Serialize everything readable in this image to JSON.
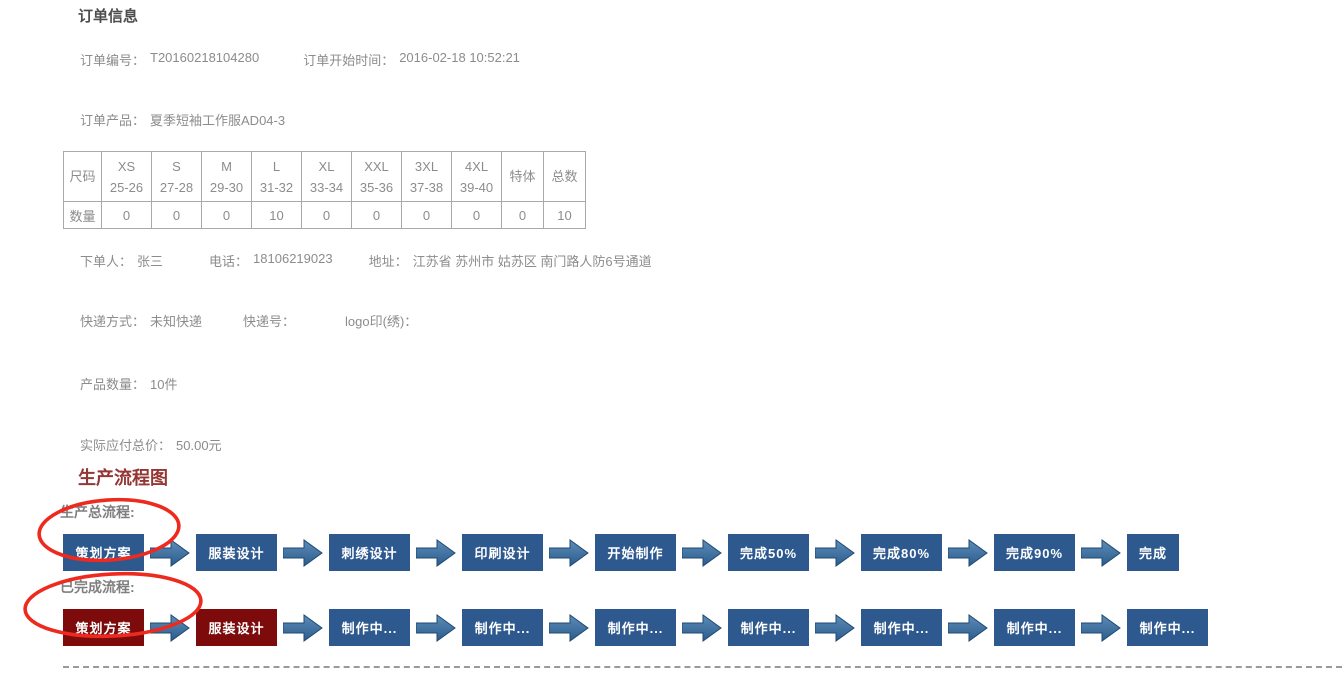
{
  "header": {
    "title": "订单信息"
  },
  "order": {
    "no_label": "订单编号：",
    "no": "T20160218104280",
    "time_label": "订单开始时间：",
    "time": "2016-02-18 10:52:21",
    "product_label": "订单产品：",
    "product": "夏季短袖工作服AD04-3"
  },
  "size_table": {
    "corner_label": "尺码",
    "qty_label": "数量",
    "columns": [
      {
        "size": "XS",
        "range": "25-26"
      },
      {
        "size": "S",
        "range": "27-28"
      },
      {
        "size": "M",
        "range": "29-30"
      },
      {
        "size": "L",
        "range": "31-32"
      },
      {
        "size": "XL",
        "range": "33-34"
      },
      {
        "size": "XXL",
        "range": "35-36"
      },
      {
        "size": "3XL",
        "range": "37-38"
      },
      {
        "size": "4XL",
        "range": "39-40"
      },
      {
        "size": "特体",
        "range": ""
      },
      {
        "size": "总数",
        "range": ""
      }
    ],
    "quantities": [
      "0",
      "0",
      "0",
      "10",
      "0",
      "0",
      "0",
      "0",
      "0",
      "10"
    ]
  },
  "buyer": {
    "name_label": "下单人：",
    "name": "张三",
    "phone_label": "电话：",
    "phone": "18106219023",
    "address_label": "地址：",
    "address": "江苏省 苏州市 姑苏区 南门路人防6号通道"
  },
  "express": {
    "method_label": "快递方式：",
    "method": "未知快递",
    "no_label": "快递号：",
    "no": "",
    "logo_label": "logo印(绣)：",
    "logo": ""
  },
  "summary": {
    "qty_label": "产品数量：",
    "qty": "10件",
    "price_label": "实际应付总价：",
    "price": "50.00元"
  },
  "flow": {
    "title": "生产流程图",
    "rows": [
      {
        "label": "生产总流程:",
        "circled": true,
        "steps": [
          {
            "text": "策划方案",
            "style": "blue"
          },
          {
            "text": "服装设计",
            "style": "blue"
          },
          {
            "text": "刺绣设计",
            "style": "blue"
          },
          {
            "text": "印刷设计",
            "style": "blue"
          },
          {
            "text": "开始制作",
            "style": "blue"
          },
          {
            "text": "完成50%",
            "style": "blue"
          },
          {
            "text": "完成80%",
            "style": "blue"
          },
          {
            "text": "完成90%",
            "style": "blue"
          },
          {
            "text": "完成",
            "style": "blue",
            "small": true
          }
        ]
      },
      {
        "label": "已完成流程:",
        "circled": true,
        "steps": [
          {
            "text": "策划方案",
            "style": "darkred"
          },
          {
            "text": "服装设计",
            "style": "darkred"
          },
          {
            "text": "制作中...",
            "style": "blue"
          },
          {
            "text": "制作中...",
            "style": "blue"
          },
          {
            "text": "制作中...",
            "style": "blue"
          },
          {
            "text": "制作中...",
            "style": "blue"
          },
          {
            "text": "制作中...",
            "style": "blue"
          },
          {
            "text": "制作中...",
            "style": "blue"
          },
          {
            "text": "制作中...",
            "style": "blue"
          }
        ]
      }
    ]
  },
  "colors": {
    "step_blue": "#2e598f",
    "step_darkred": "#7d0b0b",
    "arrow_top": "#5d8cb8",
    "arrow_bottom": "#2b5c8c",
    "arrow_outline": "#1f4a72",
    "annotation_red": "#ee2a1e",
    "flow_title": "#943634",
    "text_gray": "#8c8c8c"
  }
}
